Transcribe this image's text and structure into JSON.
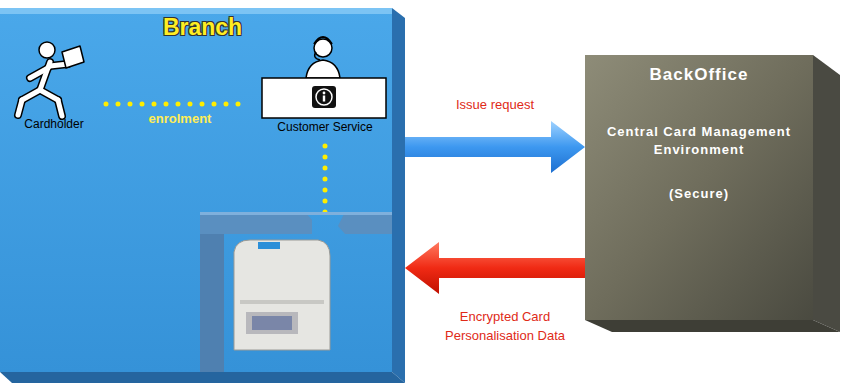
{
  "diagram": {
    "nodes": [
      {
        "text": [
          "Branch"
        ]
      },
      {
        "text": [
          "Cardholder"
        ],
        "in": 0
      },
      {
        "text": [
          "Customer Service"
        ],
        "in": 0
      },
      {
        "text": [
          "BackOffice",
          "Central Card Management Environment",
          "(Secure)"
        ]
      }
    ],
    "edges": [
      {
        "from": 0,
        "to": 3,
        "arrow": "to",
        "label": "Issue request"
      },
      {
        "from": 3,
        "to": 0,
        "arrow": "to",
        "label": "Encrypted Card Personalisation Data"
      },
      {
        "from": 1,
        "to": 2,
        "arrow": "none",
        "label": "enrolment"
      }
    ]
  }
}
